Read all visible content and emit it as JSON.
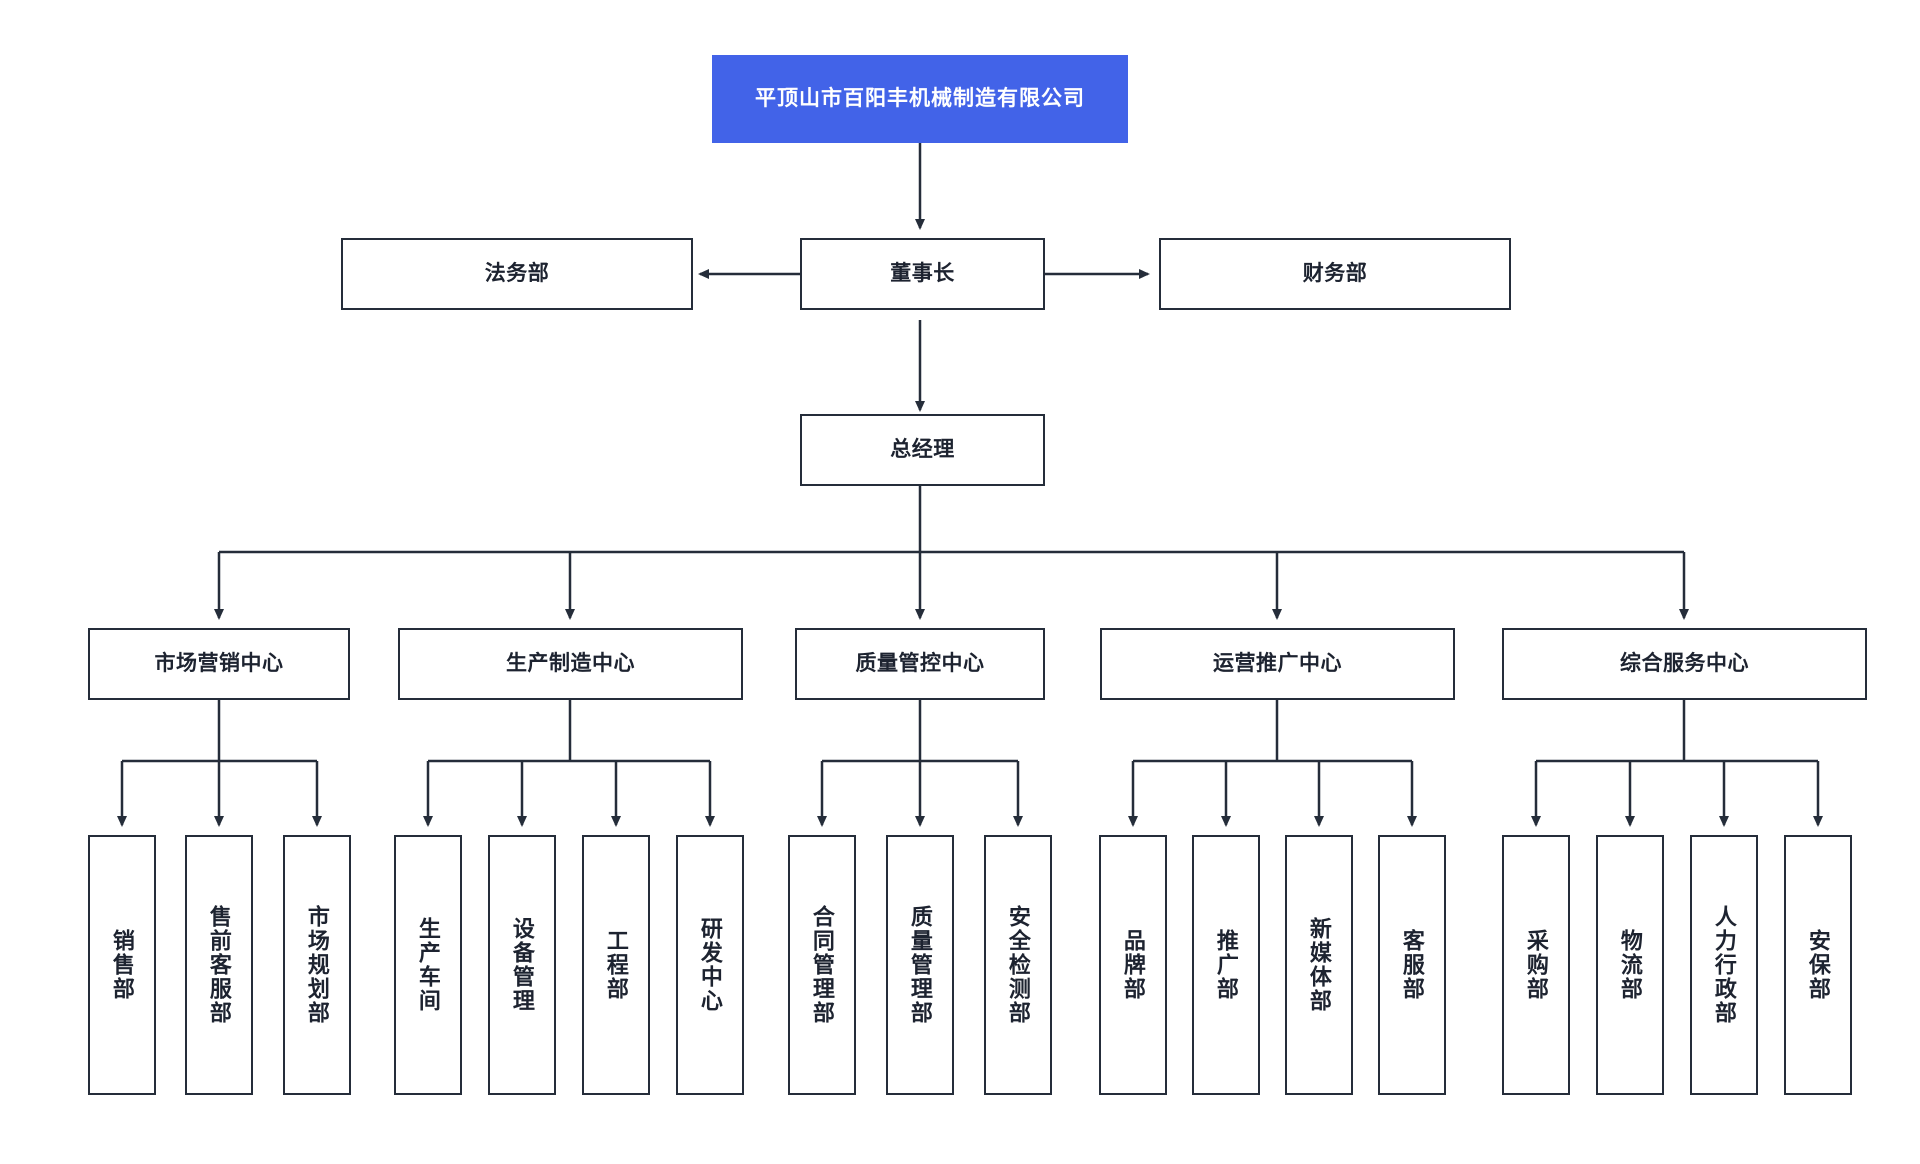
{
  "diagram": {
    "title": "平顶山市百阳丰机械制造有限公司",
    "type": "organization-chart",
    "accent_color": "#4263e8",
    "border_color": "#252d3a",
    "background_color": "#ffffff",
    "connector_color": "#252d3a"
  },
  "root": {
    "label": "平顶山市百阳丰机械制造有限公司"
  },
  "executive": {
    "chairman": "董事长",
    "legal": "法务部",
    "finance": "财务部",
    "general_manager": "总经理"
  },
  "centers": [
    {
      "label": "市场营销中心",
      "departments": [
        "销售部",
        "售前客服部",
        "市场规划部"
      ]
    },
    {
      "label": "生产制造中心",
      "departments": [
        "生产车间",
        "设备管理",
        "工程部",
        "研发中心"
      ]
    },
    {
      "label": "质量管控中心",
      "departments": [
        "合同管理部",
        "质量管理部",
        "安全检测部"
      ]
    },
    {
      "label": "运营推广中心",
      "departments": [
        "品牌部",
        "推广部",
        "新媒体部",
        "客服部"
      ]
    },
    {
      "label": "综合服务中心",
      "departments": [
        "采购部",
        "物流部",
        "人力行政部",
        "安保部"
      ]
    }
  ]
}
